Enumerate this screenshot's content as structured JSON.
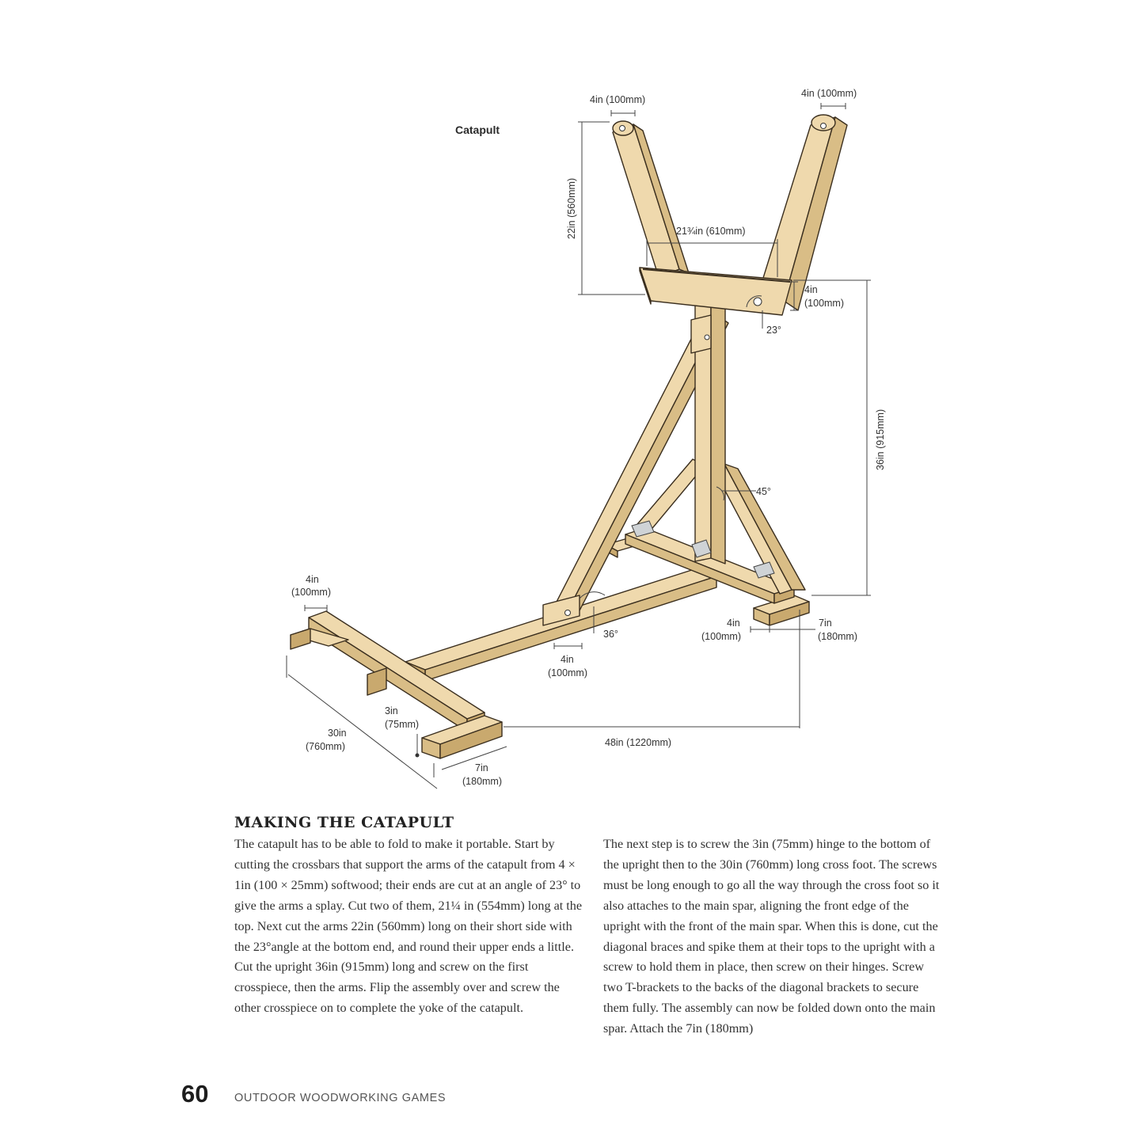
{
  "diagram": {
    "caption": "Catapult",
    "labels": {
      "arm_left_width": "4in (100mm)",
      "arm_right_width": "4in (100mm)",
      "arm_length": "22in (560mm)",
      "yoke_width": "21¾in (610mm)",
      "crosspiece_height_a": "4in",
      "crosspiece_height_b": "(100mm)",
      "yoke_angle": "23°",
      "upright_height": "36in (915mm)",
      "brace_angle": "45°",
      "foot_width_a": "4in",
      "foot_width_b": "(100mm)",
      "spar_angle": "36°",
      "spar_width_a": "4in",
      "spar_width_b": "(100mm)",
      "rear_width_a": "4in",
      "rear_width_b": "(100mm)",
      "rear_depth_a": "7in",
      "rear_depth_b": "(180mm)",
      "hinge_a": "3in",
      "hinge_b": "(75mm)",
      "cross_foot_a": "30in",
      "cross_foot_b": "(760mm)",
      "front_depth_a": "7in",
      "front_depth_b": "(180mm)",
      "spar_length": "48in (1220mm)"
    }
  },
  "section": {
    "heading": "MAKING THE CATAPULT",
    "col_left": "The catapult has to be able to fold to make it portable. Start by cutting the crossbars that support the arms of the catapult from 4 × 1in (100 × 25mm) softwood; their ends are cut at an angle of 23° to give the arms a splay. Cut two of them, 21¼ in (554mm) long at the top. Next cut the arms 22in (560mm) long on their short side with the 23°angle at the bottom end, and round their upper ends a little. Cut the upright 36in (915mm) long and screw on the first crosspiece, then the arms. Flip the assembly over and screw the other crosspiece on to complete the yoke of the catapult.",
    "col_right": "The next step is to screw the 3in (75mm) hinge to the bottom of the upright then to the 30in (760mm) long cross foot. The screws must be long enough to go all the way through the cross foot so it also attaches to the main spar, aligning the front edge of the upright with the front of the main spar. When this is done, cut the diagonal braces and spike them at their tops to the upright with a screw to hold them in place, then screw on their hinges. Screw two T-brackets to the backs of the diagonal brackets to secure them fully. The assembly can now be folded down onto the main spar. Attach the 7in (180mm)"
  },
  "footer": {
    "page_number": "60",
    "running_title": "OUTDOOR WOODWORKING GAMES"
  }
}
